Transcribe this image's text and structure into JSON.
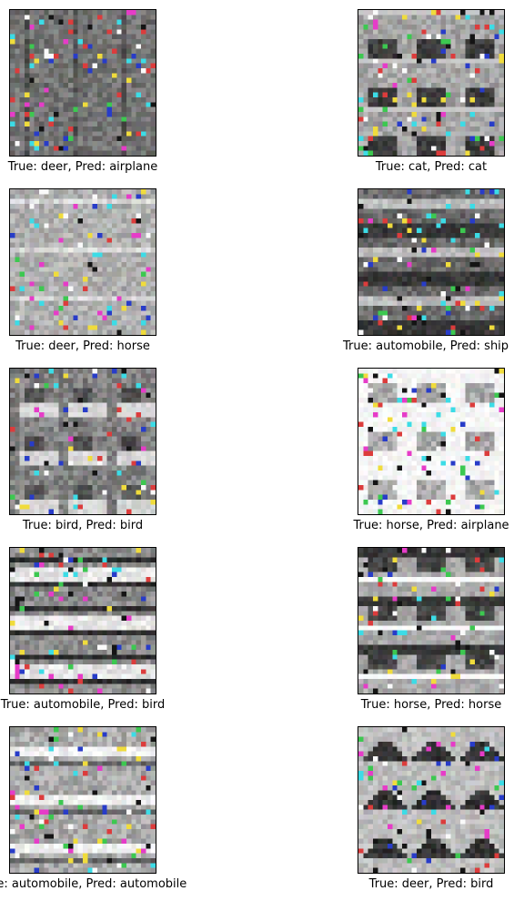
{
  "panels": [
    {
      "true_label": "deer",
      "pred_label": "airplane",
      "caption": "True: deer, Pred: airplane"
    },
    {
      "true_label": "cat",
      "pred_label": "cat",
      "caption": "True: cat, Pred: cat"
    },
    {
      "true_label": "deer",
      "pred_label": "horse",
      "caption": "True: deer, Pred: horse"
    },
    {
      "true_label": "automobile",
      "pred_label": "ship",
      "caption": "True: automobile, Pred: ship"
    },
    {
      "true_label": "bird",
      "pred_label": "bird",
      "caption": "True: bird, Pred: bird"
    },
    {
      "true_label": "horse",
      "pred_label": "airplane",
      "caption": "True: horse, Pred: airplane"
    },
    {
      "true_label": "automobile",
      "pred_label": "bird",
      "caption": "True: automobile, Pred: bird"
    },
    {
      "true_label": "horse",
      "pred_label": "horse",
      "caption": "True: horse, Pred: horse"
    },
    {
      "true_label": "automobile",
      "pred_label": "automobile",
      "caption": "True: automobile, Pred: automobile"
    },
    {
      "true_label": "deer",
      "pred_label": "bird",
      "caption": "True: deer, Pred: bird"
    }
  ],
  "colors": {
    "frame": "#000000",
    "background": "#ffffff"
  }
}
